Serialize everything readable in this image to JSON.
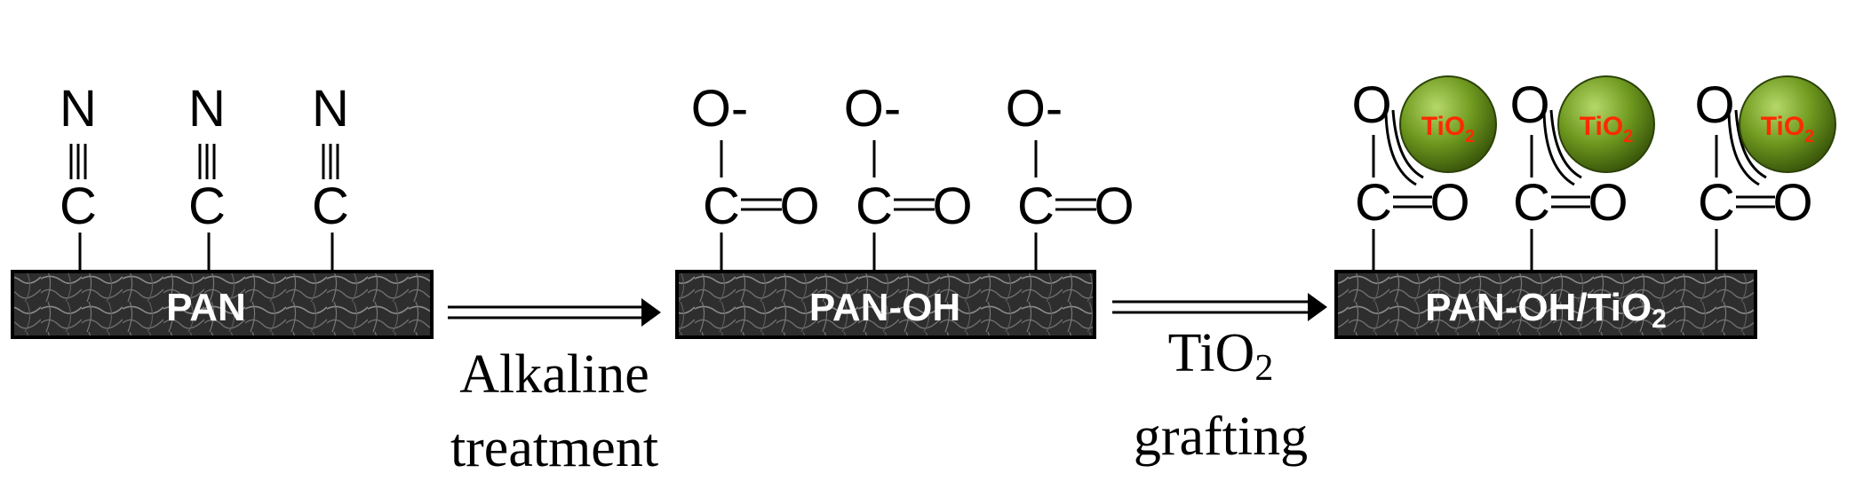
{
  "substrates": [
    {
      "label": "PAN"
    },
    {
      "label": "PAN-OH"
    },
    {
      "label": "PAN-OH/TiO",
      "label_sub": "2"
    }
  ],
  "steps": [
    {
      "line1": "Alkaline",
      "line2": "treatment"
    },
    {
      "line1_main": "TiO",
      "line1_sub": "2",
      "line2": "grafting"
    }
  ],
  "nitrile": {
    "top": "N",
    "bottom": "C"
  },
  "carboxylate": {
    "top": "O-",
    "carbon": "C",
    "double": "O"
  },
  "grafted": {
    "top": "O",
    "carbon": "C",
    "double": "O"
  },
  "particle": {
    "main": "TiO",
    "sub": "2"
  },
  "colors": {
    "substrate_fill": "#2b2b2b",
    "particle_fill": "#6f9a1f",
    "particle_label": "#ff2a00"
  }
}
